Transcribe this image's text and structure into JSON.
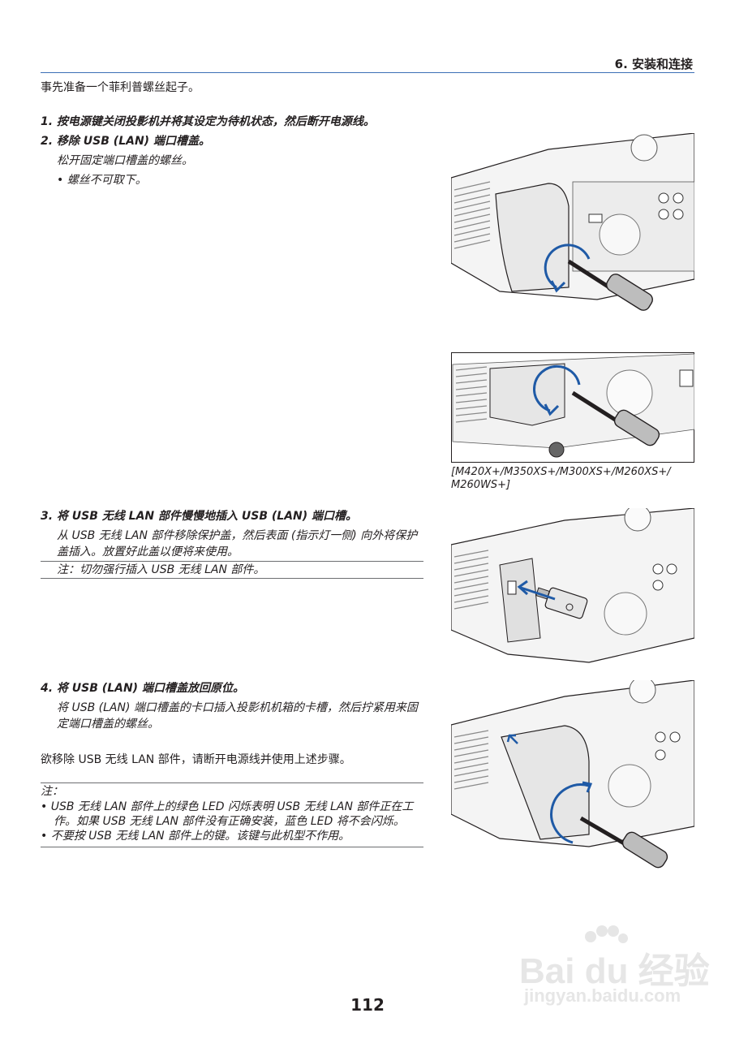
{
  "header": {
    "section_title": "6. 安装和连接"
  },
  "intro": "事先准备一个菲利普螺丝起子。",
  "steps": [
    {
      "title": "1. 按电源键关闭投影机并将其设定为待机状态，然后断开电源线。"
    },
    {
      "title": "2. 移除 USB (LAN) 端口槽盖。",
      "desc": "松开固定端口槽盖的螺丝。",
      "bullet": "• 螺丝不可取下。"
    },
    {
      "title": "3. 将 USB 无线 LAN 部件慢慢地插入 USB (LAN) 端口槽。",
      "desc": "从 USB 无线 LAN 部件移除保护盖，然后表面 (指示灯一侧) 向外将保护盖插入。放置好此盖以便将来使用。",
      "note": "注：切勿强行插入 USB 无线 LAN 部件。"
    },
    {
      "title": "4. 将 USB (LAN) 端口槽盖放回原位。",
      "desc": "将 USB (LAN) 端口槽盖的卡口插入投影机机箱的卡槽，然后拧紧用来固定端口槽盖的螺丝。"
    }
  ],
  "removal_text": "欲移除 USB 无线 LAN 部件，请断开电源线并使用上述步骤。",
  "notes": {
    "heading": "注：",
    "items": [
      "• USB 无线 LAN 部件上的绿色 LED 闪烁表明 USB 无线 LAN 部件正在工作。如果 USB 无线 LAN 部件没有正确安装，蓝色 LED 将不会闪烁。",
      "• 不要按 USB 无线 LAN 部件上的键。该键与此机型不作用。"
    ]
  },
  "figure_caption": "[M420X+/M350XS+/M300XS+/M260XS+/ M260WS+]",
  "page_number": "112",
  "watermark": {
    "main": "Bai du 经验",
    "url": "jingyan.baidu.com"
  },
  "colors": {
    "accent_blue": "#3b6fb6",
    "arrow_blue": "#1f5aa6",
    "text": "#231f20"
  }
}
